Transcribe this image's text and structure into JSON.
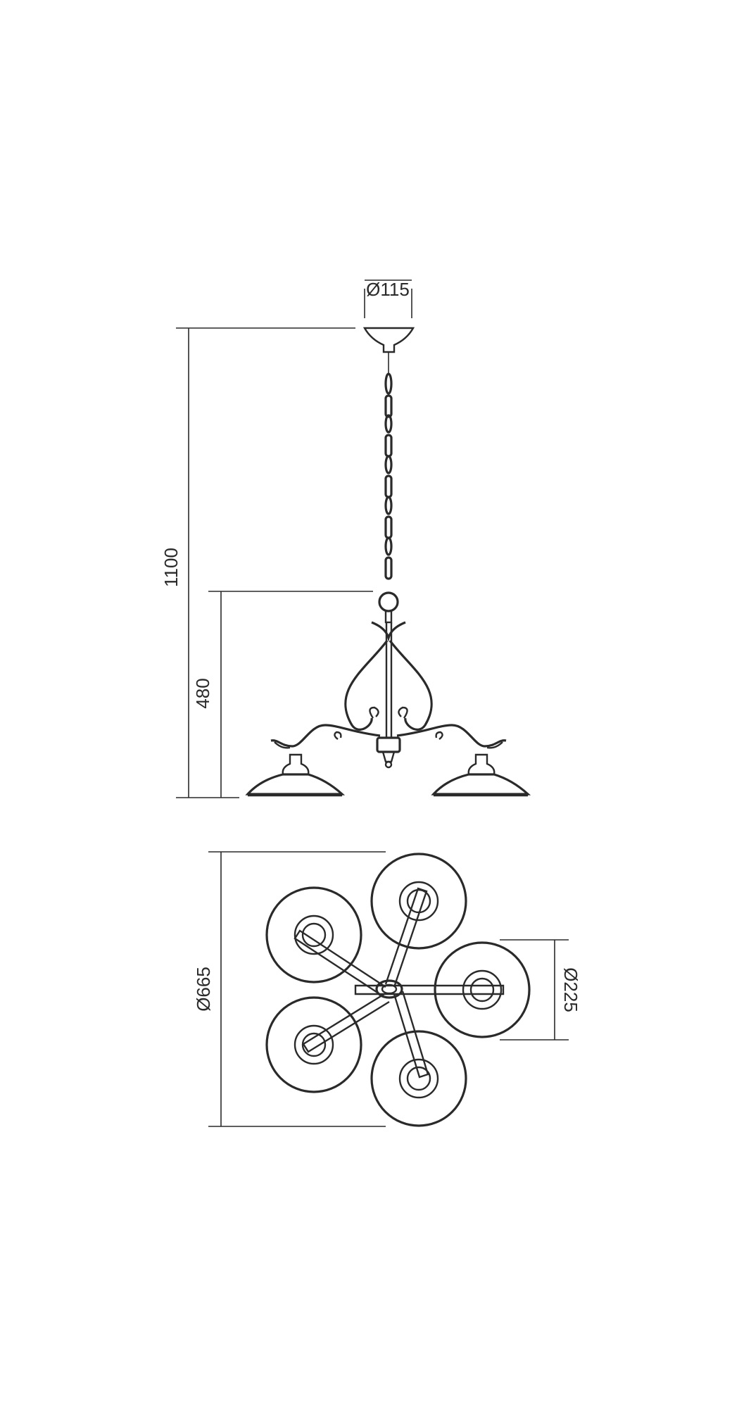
{
  "dimensions": {
    "canopy_diameter": "Ø115",
    "total_height": "1100",
    "body_height": "480",
    "overall_diameter": "Ø665",
    "shade_diameter": "Ø225"
  },
  "colors": {
    "line": "#2a2a2a",
    "background": "#ffffff"
  }
}
